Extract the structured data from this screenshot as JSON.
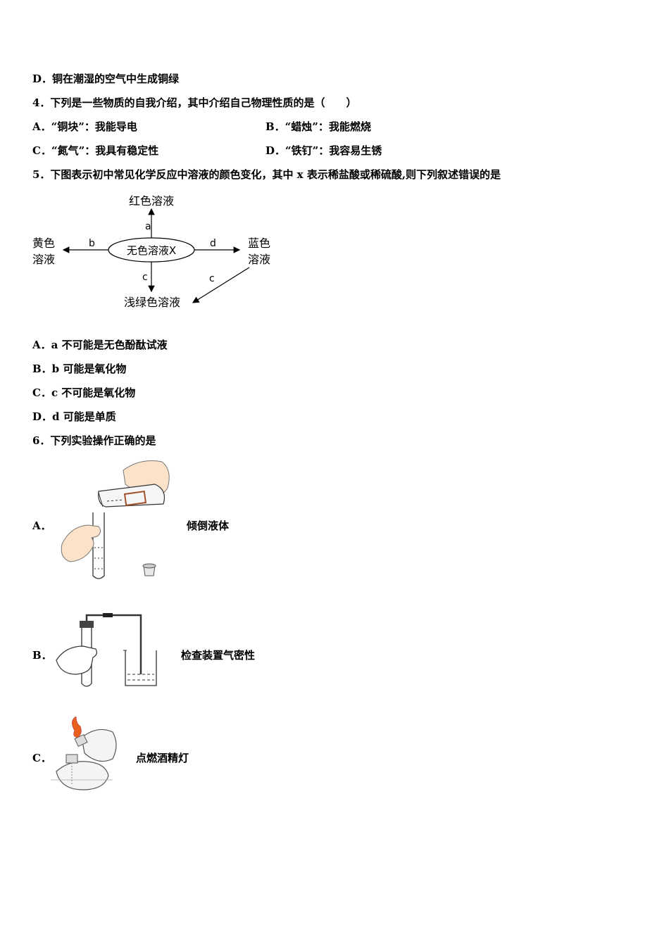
{
  "q3": {
    "option_d": "D．铜在潮湿的空气中生成铜绿"
  },
  "q4": {
    "stem": "4．下列是一些物质的自我介绍，其中介绍自己物理性质的是（　　）",
    "option_a": "A．“铜块”：我能导电",
    "option_b": "B．“蜡烛”：我能燃烧",
    "option_c": "C．“氮气”：我具有稳定性",
    "option_d": "D．“铁钉”：我容易生锈"
  },
  "q5": {
    "stem": "5．下图表示初中常见化学反应中溶液的颜色变化，其中 x 表示稀盐酸或稀硫酸,则下列叙述错误的是",
    "diagram": {
      "center": "无色溶液X",
      "top": "红色溶液",
      "left_line1": "黄色",
      "left_line2": "溶液",
      "right_line1": "蓝色",
      "right_line2": "溶液",
      "bottom": "浅绿色溶液",
      "arrow_a": "a",
      "arrow_b": "b",
      "arrow_c": "c",
      "arrow_d": "d",
      "arrow_c2": "c"
    },
    "option_a": "A．a 不可能是无色酚酞试液",
    "option_b": "B．b 可能是氧化物",
    "option_c": "C．c 不可能是氧化物",
    "option_d": "D．d 可能是单质"
  },
  "q6": {
    "stem": "6．下列实验操作正确的是",
    "option_a_letter": "A．",
    "option_a_caption": "倾倒液体",
    "option_b_letter": "B．",
    "option_b_caption": "检查装置气密性",
    "option_c_letter": "C．",
    "option_c_caption": "点燃酒精灯"
  },
  "colors": {
    "flame": "#e8601c",
    "label_box": "#a0522d",
    "ink": "#000000"
  }
}
